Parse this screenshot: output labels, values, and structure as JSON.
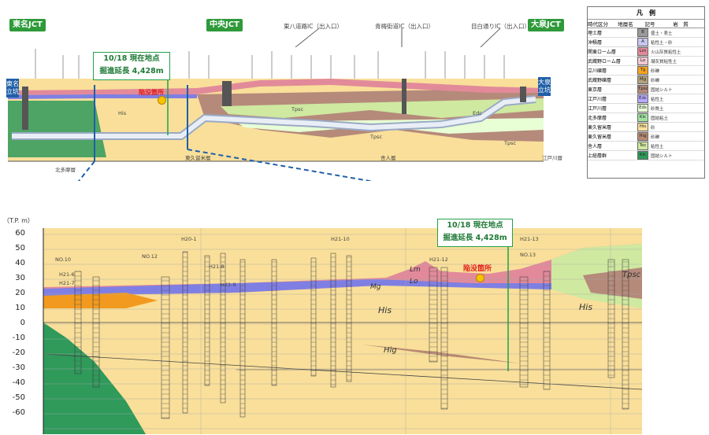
{
  "top_section": {
    "junctions": {
      "left": "東名JCT",
      "center": "中央JCT",
      "right": "大泉JCT"
    },
    "interchanges": [
      "東八道路IC（出入口）",
      "青梅街道IC（出入口）",
      "目白通りIC（出入口）"
    ],
    "callout": {
      "line1": "10/18 現在地点",
      "line2": "掘進延長  4,428m"
    },
    "collapse_label": "陥没箇所",
    "side_tags": {
      "left": "東名立坑",
      "right": "大泉立坑"
    },
    "bottom_labels": [
      "北多摩層",
      "東久留米層",
      "舎人層",
      "江戸川層"
    ],
    "layer_labels": [
      "His",
      "Tpsc",
      "Tpsc",
      "Edc",
      "Tpsc"
    ]
  },
  "legend": {
    "title": "凡　例",
    "header": [
      "時代区分",
      "地層名",
      "記号",
      "岩　質"
    ],
    "rows": [
      {
        "code": "B",
        "color": "#9a9a9a",
        "name": "埋土層",
        "desc": "盛土・表土"
      },
      {
        "code": "A",
        "color": "#c7c7ef",
        "name": "沖積層",
        "desc": "粘性土・砂"
      },
      {
        "code": "Lm",
        "color": "#e28a9a",
        "name": "関東ローム層",
        "desc": "火山灰質粘性土"
      },
      {
        "code": "Lo",
        "color": "#f2c8cf",
        "name": "武蔵野ローム層",
        "desc": "凝灰質粘性土"
      },
      {
        "code": "Tg",
        "color": "#f7a31f",
        "name": "立川礫層",
        "desc": "砂礫"
      },
      {
        "code": "Mg",
        "color": "#b3a27e",
        "name": "武蔵野礫層",
        "desc": "砂礫"
      },
      {
        "code": "Tpsc",
        "color": "#b58a7a",
        "name": "東京層",
        "desc": "固結シルト"
      },
      {
        "code": "Edc",
        "color": "#b9a9ff",
        "name": "江戸川層",
        "desc": "粘性土"
      },
      {
        "code": "Eds",
        "color": "#e8ffd6",
        "name": "江戸川層",
        "desc": "砂質土"
      },
      {
        "code": "Kic",
        "color": "#9fe39f",
        "name": "北多摩層",
        "desc": "固結粘土"
      },
      {
        "code": "His",
        "color": "#f9df9a",
        "name": "東久留米層",
        "desc": "砂"
      },
      {
        "code": "Hig",
        "color": "#b98a72",
        "name": "東久留米層",
        "desc": "砂礫"
      },
      {
        "code": "Toc",
        "color": "#cfe9a0",
        "name": "舎人層",
        "desc": "粘性土"
      },
      {
        "code": "Kic",
        "color": "#2f9a5a",
        "name": "上総層群",
        "desc": "固結シルト"
      }
    ]
  },
  "zoom_section": {
    "axis_unit": "（T.P.  m）",
    "y_ticks": [
      60,
      50,
      40,
      30,
      20,
      10,
      0,
      -10,
      -20,
      -30,
      -40,
      -50,
      -60
    ],
    "callout": {
      "line1": "10/18 現在地点",
      "line2": "掘進延長  4,428m"
    },
    "collapse_label": "陥没箇所",
    "layer_labels": [
      "Lm",
      "Lo",
      "Mg",
      "His",
      "Hig",
      "His",
      "Tpsc"
    ],
    "boring_labels": [
      "NO.10",
      "NO.12",
      "H21-6",
      "H21-7",
      "H20-1",
      "H21-8",
      "H21-9",
      "H21-10",
      "H21-12",
      "H21-13",
      "NO.13"
    ]
  },
  "colors": {
    "sand": "#f9df9a",
    "loam": "#e28a9a",
    "alluvium": "#7f7fe3",
    "gravel": "#f29a1f",
    "kitatama": "#2f9a5a",
    "tunnel": "#dde6f2",
    "accent_green": "#22a04a",
    "accent_blue": "#1f5fa8"
  }
}
